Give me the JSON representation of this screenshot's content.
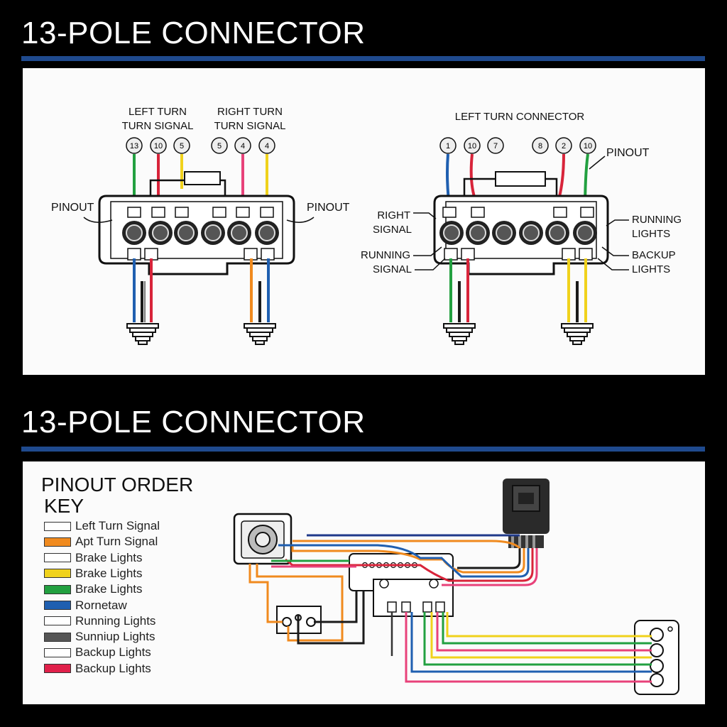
{
  "headings": {
    "top": "13-POLE CONNECTOR",
    "bottom": "13-POLE CONNECTOR"
  },
  "colors": {
    "rule": "#1f4a8e",
    "green": "#22a040",
    "red": "#d8243a",
    "yellow": "#f0d21c",
    "blue": "#1f5fb0",
    "orange": "#f08a1e",
    "pink": "#e8427a",
    "black": "#1a1a1a",
    "gray": "#777777"
  },
  "left_connector": {
    "label_left_turn": [
      "LEFT TURN",
      "TURN SIGNAL"
    ],
    "label_right_turn": [
      "RIGHT TURN",
      "TURN SIGNAL"
    ],
    "pin_numbers": [
      "13",
      "10",
      "5",
      "5",
      "4",
      "4"
    ],
    "pinout_left": "PINOUT",
    "pinout_right": "PINOUT"
  },
  "right_connector": {
    "title": "LEFT TURN CONNECTOR",
    "pin_numbers": [
      "1",
      "10",
      "7",
      "8",
      "2",
      "10"
    ],
    "pinout": "PINOUT",
    "right_signal": [
      "RIGHT",
      "SIGNAL"
    ],
    "running_signal": [
      "RUNNING",
      "SIGNAL"
    ],
    "running_lights": [
      "RUNNING",
      "LIGHTS"
    ],
    "backup_lights": [
      "BACKUP",
      "LIGHTS"
    ]
  },
  "key": {
    "title": [
      "PINOUT ORDER",
      "KEY"
    ],
    "items": [
      {
        "label": "Left Turn Signal",
        "color": "#ffffff"
      },
      {
        "label": "Apt Turn Signal",
        "color": "#f08a1e"
      },
      {
        "label": "Brake Lights",
        "color": "#ffffff"
      },
      {
        "label": "Brake Lights",
        "color": "#f0d21c"
      },
      {
        "label": "Brake Lights",
        "color": "#22a040"
      },
      {
        "label": "Rornetaw",
        "color": "#1f5fb0"
      },
      {
        "label": "Running Lights",
        "color": "#ffffff"
      },
      {
        "label": "Sunniup Lights",
        "color": "#555555"
      },
      {
        "label": "Backup Lights",
        "color": "#ffffff"
      },
      {
        "label": "Backup Lights",
        "color": "#e0204a"
      }
    ]
  }
}
